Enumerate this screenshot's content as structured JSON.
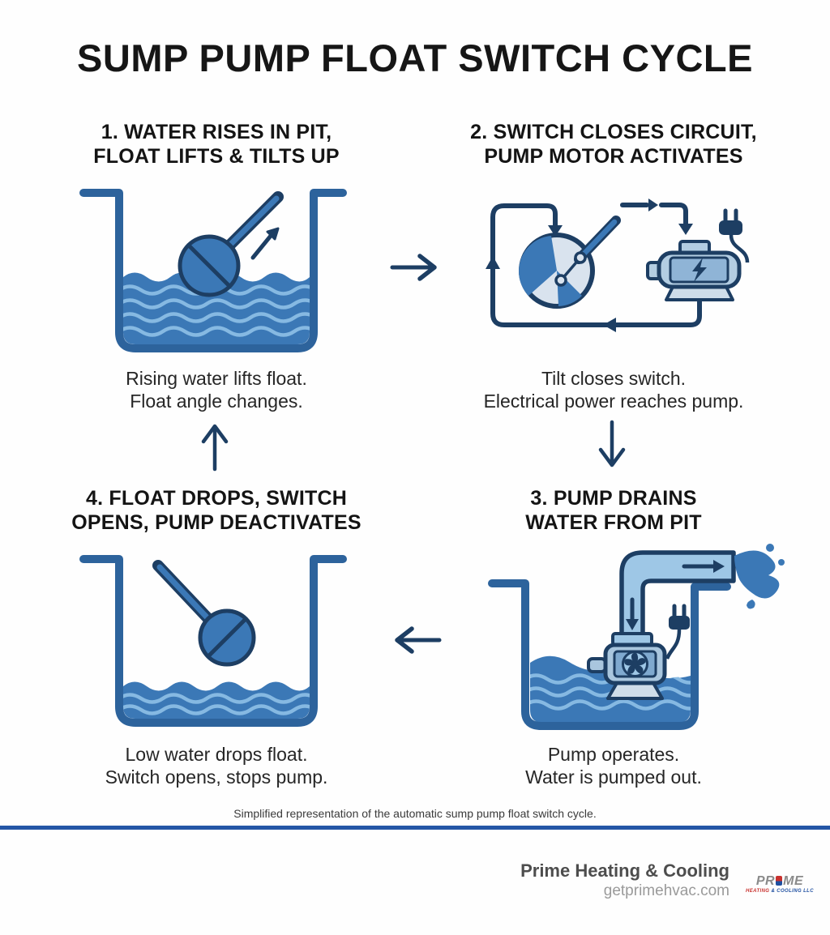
{
  "title": "SUMP PUMP FLOAT SWITCH CYCLE",
  "steps": {
    "s1": {
      "heading1": "1. WATER RISES IN PIT,",
      "heading2": "FLOAT LIFTS & TILTS UP",
      "caption1": "Rising water lifts float.",
      "caption2": "Float angle changes."
    },
    "s2": {
      "heading1": "2. SWITCH CLOSES CIRCUIT,",
      "heading2": "PUMP MOTOR ACTIVATES",
      "caption1": "Tilt closes switch.",
      "caption2": "Electrical power reaches pump."
    },
    "s3": {
      "heading1": "3. PUMP DRAINS",
      "heading2": "WATER FROM PIT",
      "caption1": "Pump operates.",
      "caption2": "Water is pumped out."
    },
    "s4": {
      "heading1": "4. FLOAT DROPS, SWITCH",
      "heading2": "OPENS, PUMP DEACTIVATES",
      "caption1": "Low water drops float.",
      "caption2": "Switch opens, stops pump."
    }
  },
  "footnote": "Simplified representation of the automatic sump pump float switch cycle.",
  "footer": {
    "company": "Prime Heating & Cooling",
    "website": "getprimehvac.com",
    "logo_word_left": "PR",
    "logo_word_right": "ME",
    "logo_sub_left": "HEATING",
    "logo_sub_right": "& COOLING LLC"
  },
  "icons": {
    "step1_to_step2": "arrow-right",
    "step2_to_step3": "arrow-down",
    "step3_to_step4": "arrow-left",
    "step4_to_step1": "arrow-up",
    "float_motion": "arrow-up-right",
    "pipe_flow": "arrow-right",
    "pipe_inlet": "arrow-down",
    "power": "plug",
    "motor": "lightning-bolt"
  },
  "colors": {
    "navy": "#1d3e63",
    "blue_mid": "#3b78b6",
    "blue_light": "#86b9e2",
    "pit_stroke": "#2d639c",
    "pipe": "#9ec7e6",
    "switch_face": "#d9e3ee",
    "divider": "#2456a6",
    "logo_red": "#c8312e",
    "logo_blue": "#1f4fa0"
  }
}
